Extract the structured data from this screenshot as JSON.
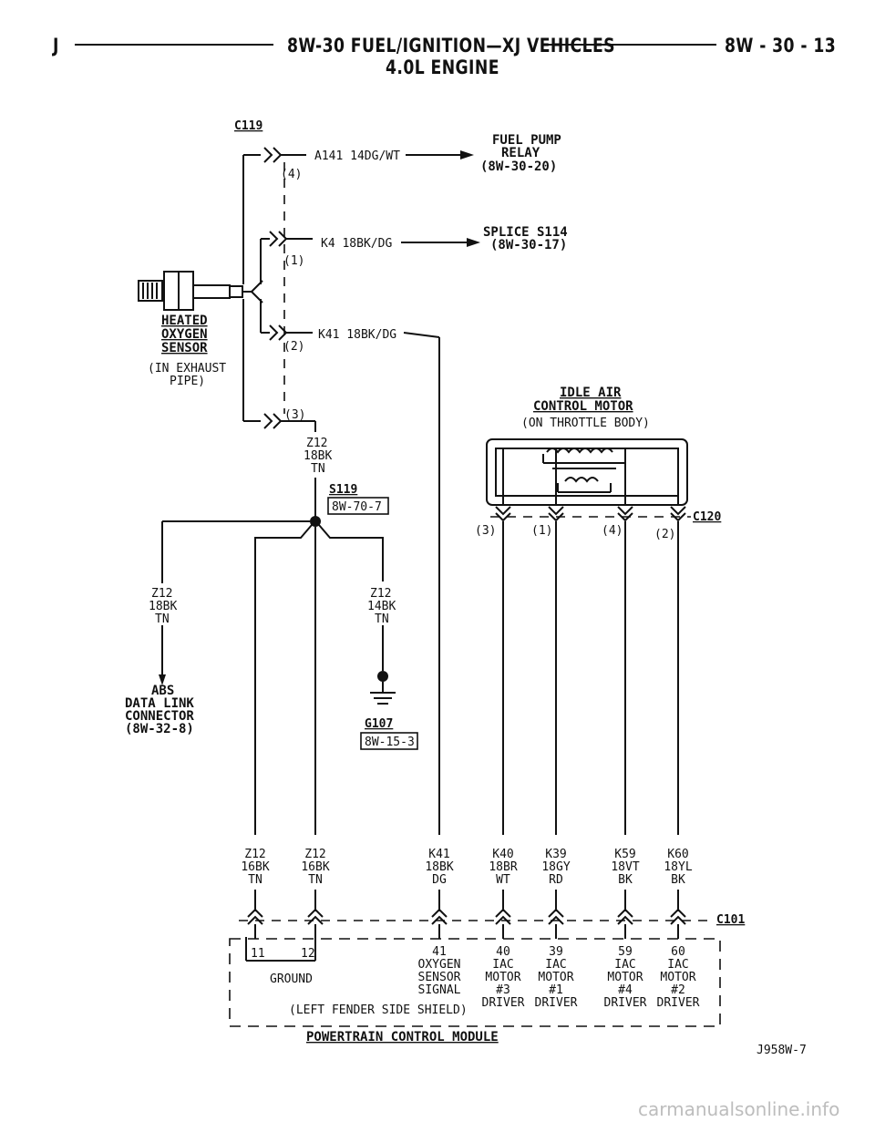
{
  "header": {
    "left_letter": "J",
    "title": "8W-30 FUEL/IGNITION—XJ VEHICLES",
    "page": "8W - 30 - 13",
    "subtitle": "4.0L ENGINE"
  },
  "sensor": {
    "name_lines": [
      "HEATED",
      "OXYGEN",
      "SENSOR"
    ],
    "location_lines": [
      "(IN EXHAUST",
      "PIPE)"
    ],
    "connector": "C119"
  },
  "sensor_pins": [
    {
      "pin": "(4)",
      "wire": "A141 14DG/WT",
      "dest_lines": [
        "FUEL PUMP",
        "RELAY",
        "(8W-30-20)"
      ]
    },
    {
      "pin": "(1)",
      "wire": "K4 18BK/DG",
      "dest_lines": [
        "SPLICE S114",
        "(8W-30-17)"
      ]
    },
    {
      "pin": "(2)",
      "wire": "K41 18BK/DG",
      "dest_lines": []
    },
    {
      "pin": "(3)",
      "wire": "",
      "dest_lines": []
    }
  ],
  "z12_upper": [
    "Z12",
    "18BK",
    "TN"
  ],
  "splice": {
    "name": "S119",
    "ref": "8W-70-7"
  },
  "abs": {
    "wire": [
      "Z12",
      "18BK",
      "TN"
    ],
    "name_lines": [
      "ABS",
      "DATA LINK",
      "CONNECTOR",
      "(8W-32-8)"
    ]
  },
  "ground": {
    "wire": [
      "Z12",
      "14BK",
      "TN"
    ],
    "name": "G107",
    "ref": "8W-15-3"
  },
  "iac": {
    "title_lines": [
      "IDLE AIR",
      "CONTROL MOTOR"
    ],
    "location": "(ON THROTTLE BODY)",
    "connector": "C120",
    "pins": [
      "(3)",
      "(1)",
      "(4)",
      "(2)"
    ]
  },
  "pcm_wires": [
    [
      "Z12",
      "16BK",
      "TN"
    ],
    [
      "Z12",
      "16BK",
      "TN"
    ],
    [
      "K41",
      "18BK",
      "DG"
    ],
    [
      "K40",
      "18BR",
      "WT"
    ],
    [
      "K39",
      "18GY",
      "RD"
    ],
    [
      "K59",
      "18VT",
      "BK"
    ],
    [
      "K60",
      "18YL",
      "BK"
    ]
  ],
  "pcm": {
    "connector": "C101",
    "ground_pins": [
      "11",
      "12"
    ],
    "ground_label": "GROUND",
    "pins": [
      {
        "num": "41",
        "desc": [
          "OXYGEN",
          "SENSOR",
          "SIGNAL"
        ]
      },
      {
        "num": "40",
        "desc": [
          "IAC",
          "MOTOR",
          "#3",
          "DRIVER"
        ]
      },
      {
        "num": "39",
        "desc": [
          "IAC",
          "MOTOR",
          "#1",
          "DRIVER"
        ]
      },
      {
        "num": "59",
        "desc": [
          "IAC",
          "MOTOR",
          "#4",
          "DRIVER"
        ]
      },
      {
        "num": "60",
        "desc": [
          "IAC",
          "MOTOR",
          "#2",
          "DRIVER"
        ]
      }
    ],
    "shield": "(LEFT FENDER SIDE SHIELD)",
    "name": "POWERTRAIN CONTROL MODULE"
  },
  "figure_id": "J958W-7",
  "watermark": "carmanualsonline.info"
}
